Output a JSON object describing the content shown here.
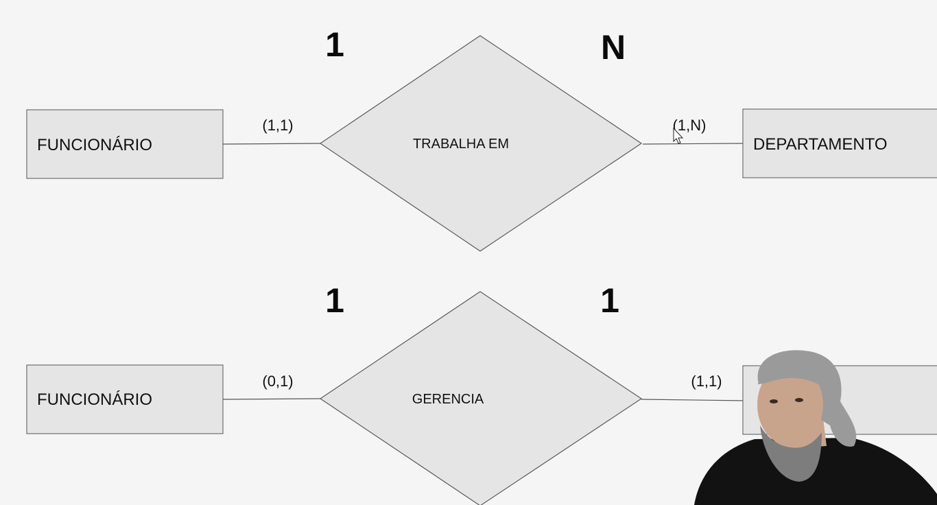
{
  "diagram1": {
    "entity_left": "FUNCIONÁRIO",
    "relationship": "TRABALHA EM",
    "entity_right": "DEPARTAMENTO",
    "card_left": "(1,1)",
    "card_right": "(1,N)",
    "big_left": "1",
    "big_right": "N"
  },
  "diagram2": {
    "entity_left": "FUNCIONÁRIO",
    "relationship": "GERENCIA",
    "card_left": "(0,1)",
    "card_right": "(1,1)",
    "big_left": "1",
    "big_right": "1"
  },
  "presenter_overlay": {
    "icon": "presenter-webcam",
    "description_visible": false
  }
}
